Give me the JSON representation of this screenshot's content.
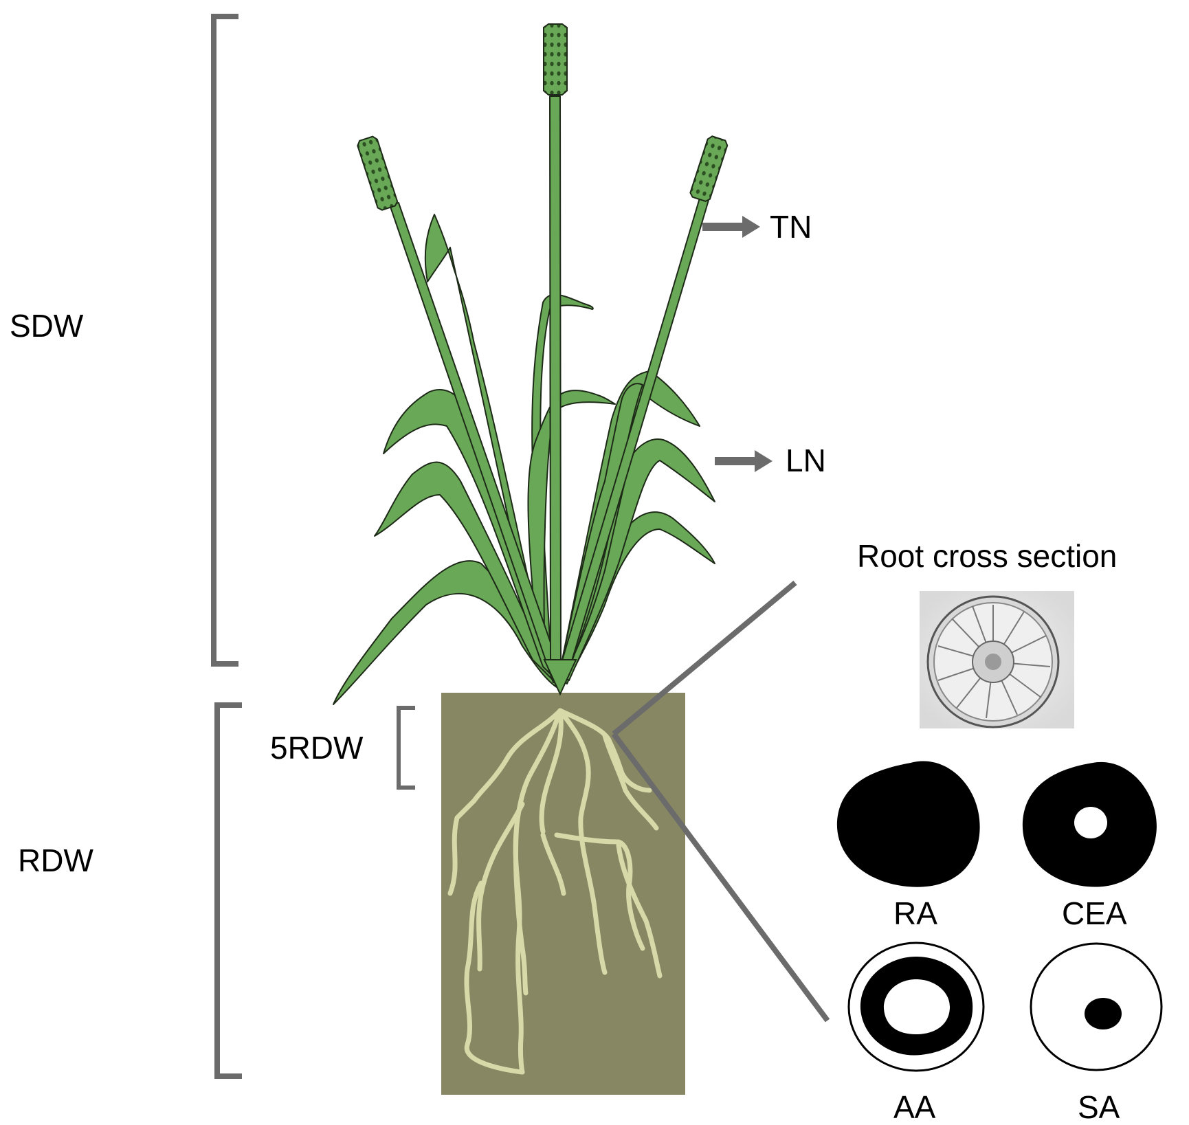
{
  "labels": {
    "sdw": "SDW",
    "rdw": "RDW",
    "five_rdw": "5RDW",
    "tn": "TN",
    "ln": "LN",
    "root_cross_section": "Root cross section",
    "ra": "RA",
    "cea": "CEA",
    "aa": "AA",
    "sa": "SA"
  },
  "colors": {
    "plant_green": "#69a857",
    "plant_outline": "#1d2a17",
    "soil": "#878763",
    "root": "#d8d9a8",
    "bracket_gray": "#6b6b6b",
    "arrow_gray": "#6b6b6b",
    "black": "#000000",
    "micrograph_bg": "#e8e8e8"
  }
}
